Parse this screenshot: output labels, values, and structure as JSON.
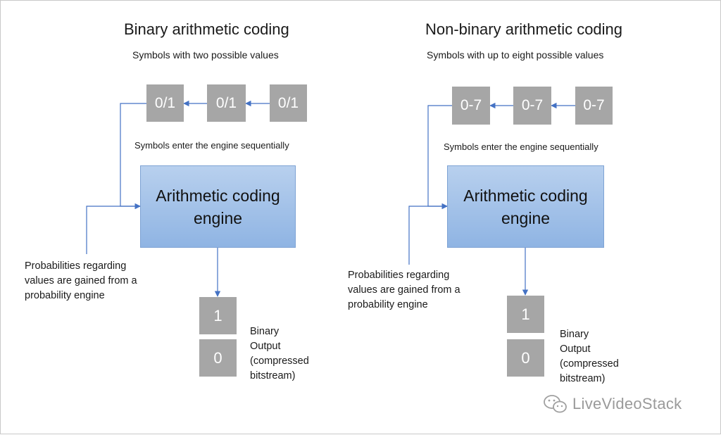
{
  "left": {
    "title": "Binary arithmetic coding",
    "subtitle": "Symbols with two possible values",
    "symbols": [
      "0/1",
      "0/1",
      "0/1"
    ],
    "caption": "Symbols enter the engine sequentially",
    "engine_line1": "Arithmetic coding",
    "engine_line2": "engine",
    "prob_line1": "Probabilities regarding",
    "prob_line2": "values are gained from a",
    "prob_line3": "probability engine",
    "outputs": [
      "1",
      "0"
    ],
    "out_line1": "Binary",
    "out_line2": "Output",
    "out_line3": "(compressed",
    "out_line4": "bitstream)"
  },
  "right": {
    "title": "Non-binary arithmetic coding",
    "subtitle": "Symbols with up to eight possible values",
    "symbols": [
      "0-7",
      "0-7",
      "0-7"
    ],
    "caption": "Symbols enter the engine sequentially",
    "engine_line1": "Arithmetic coding",
    "engine_line2": "engine",
    "prob_line1": "Probabilities regarding",
    "prob_line2": "values are gained from a",
    "prob_line3": "probability engine",
    "outputs": [
      "1",
      "0"
    ],
    "out_line1": "Binary",
    "out_line2": "Output",
    "out_line3": "(compressed",
    "out_line4": "bitstream)"
  },
  "watermark": "LiveVideoStack",
  "colors": {
    "arrow": "#4472c4",
    "box": "#a6a6a6",
    "engine": "#9dbde6"
  }
}
